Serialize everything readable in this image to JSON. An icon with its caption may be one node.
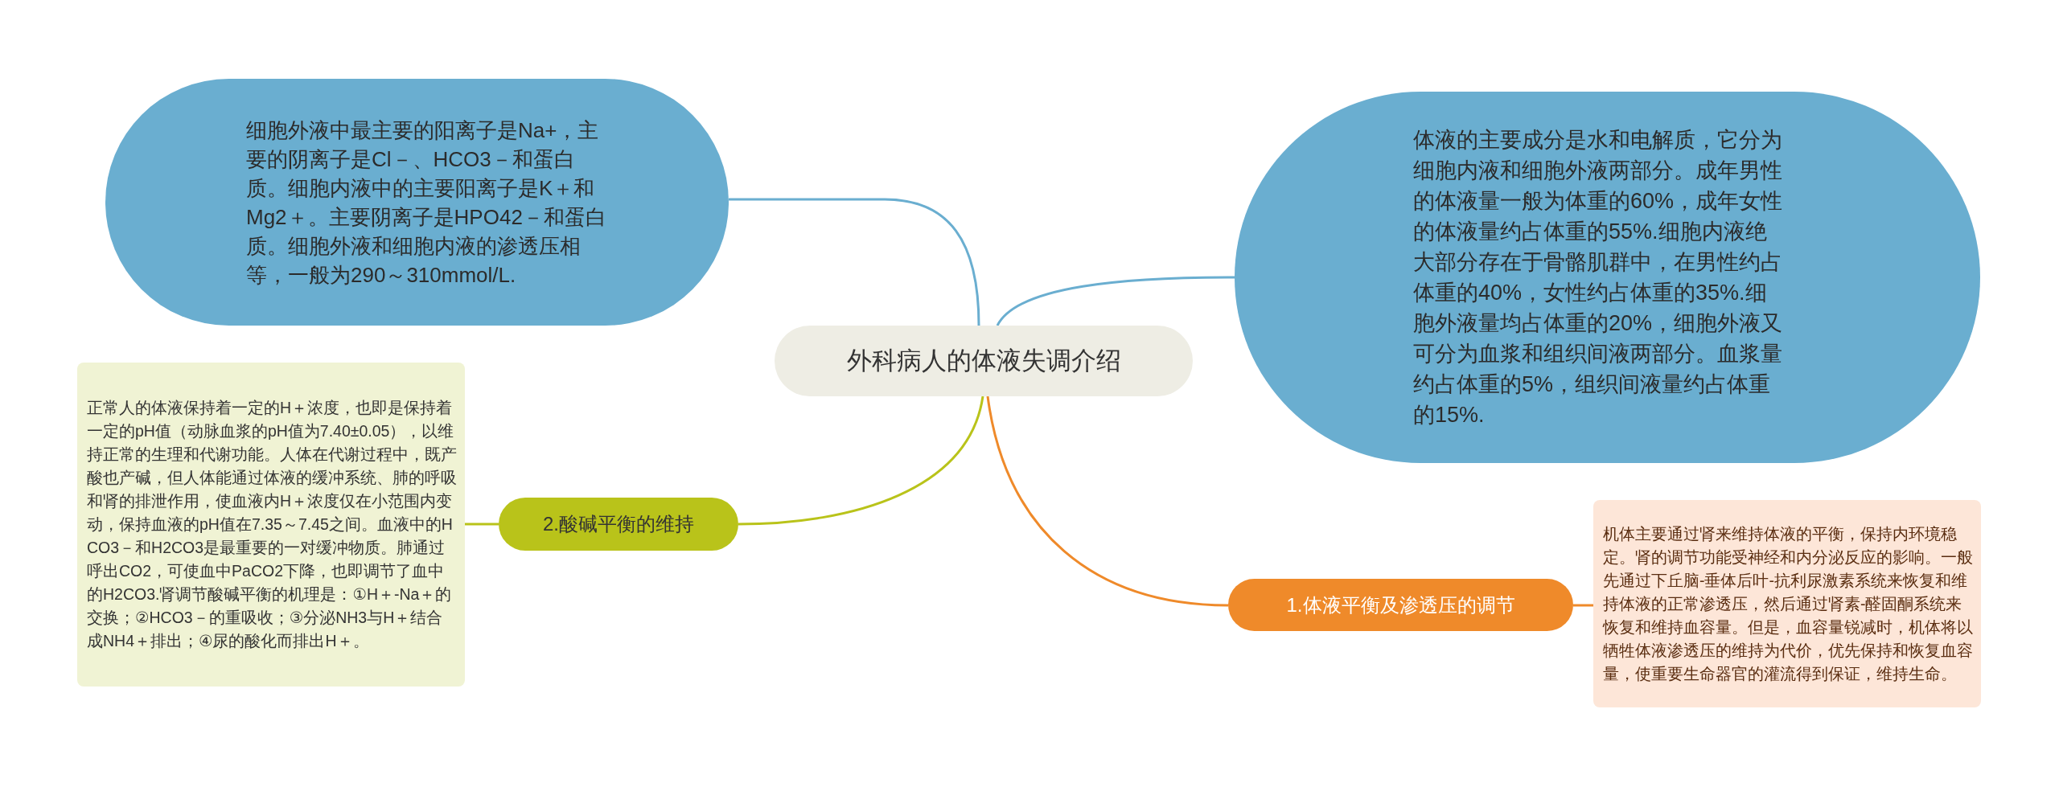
{
  "diagram": {
    "nodes": [
      {
        "text": [
          "外科病人的体液失调介绍"
        ]
      },
      {
        "text": [
          "细胞外液中最主要的阳离子是Na+，主要的阴离子是Cl－、HCO3－和蛋白质。细胞内液中的主要阳离子是K＋和Mg2＋。主要阴离子是HPO42－和蛋白质。细胞外液和细胞内液的渗透压相等，一般为290～310mmol/L."
        ]
      },
      {
        "text": [
          "体液的主要成分是水和电解质，它分为细胞内液和细胞外液两部分。成年男性的体液量一般为体重的60%，成年女性的体液量约占体重的55%.细胞内液绝大部分存在于骨骼肌群中，在男性约占体重的40%，女性约占体重的35%.细胞外液量均占体重的20%，细胞外液又可分为血浆和组织间液两部分。血浆量约占体重的5%，组织间液量约占体重的15%."
        ]
      },
      {
        "text": [
          "2.酸碱平衡的维持"
        ]
      },
      {
        "text": [
          "正常人的体液保持着一定的H＋浓度，也即是保持着一定的pH值（动脉血浆的pH值为7.40±0.05），以维持正常的生理和代谢功能。人体在代谢过程中，既产酸也产碱，但人体能通过体液的缓冲系统、肺的呼吸和肾的排泄作用，使血液内H＋浓度仅在小范围内变动，保持血液的pH值在7.35～7.45之间。血液中的HCO3－和H2CO3是最重要的一对缓冲物质。肺通过呼出CO2，可使血中PaCO2下降，也即调节了血中的H2CO3.肾调节酸碱平衡的机理是：①H＋-Na＋的交换；②HCO3－的重吸收；③分泌NH3与H＋结合成NH4＋排出；④尿的酸化而排出H＋。"
        ]
      },
      {
        "text": [
          "1.体液平衡及渗透压的调节"
        ]
      },
      {
        "text": [
          "机体主要通过肾来维持体液的平衡，保持内环境稳定。肾的调节功能受神经和内分泌反应的影响。一般先通过下丘脑-垂体后叶-抗利尿激素系统来恢复和维持体液的正常渗透压，然后通过肾素-醛固酮系统来恢复和维持血容量。但是，血容量锐减时，机体将以牺牲体液渗透压的维持为代价，优先保持和恢复血容量，使重要生命器官的灌流得到保证，维持生命。"
        ]
      }
    ],
    "edges": [
      {
        "from": 0,
        "to": 1,
        "arrow": "none",
        "color": "#6aaed0"
      },
      {
        "from": 0,
        "to": 2,
        "arrow": "none",
        "color": "#6aaed0"
      },
      {
        "from": 0,
        "to": 3,
        "arrow": "none",
        "color": "#b9c31a"
      },
      {
        "from": 3,
        "to": 4,
        "arrow": "none",
        "color": "#b9c31a"
      },
      {
        "from": 0,
        "to": 5,
        "arrow": "none",
        "color": "#ef8a2a"
      },
      {
        "from": 5,
        "to": 6,
        "arrow": "none",
        "color": "#ef8a2a"
      }
    ]
  }
}
